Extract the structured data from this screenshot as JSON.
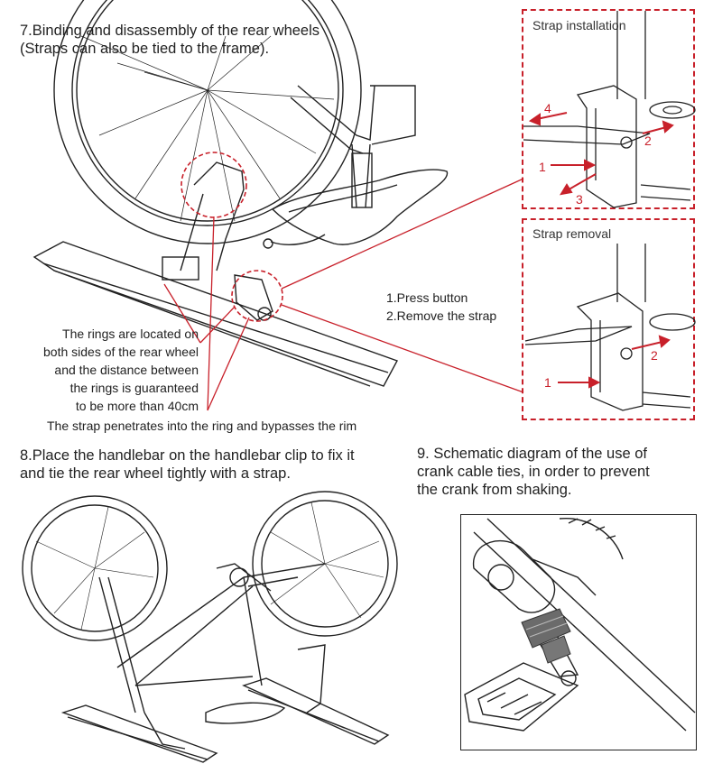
{
  "section7": {
    "title_line1": "7.Binding and disassembly of the rear wheels",
    "title_line2": "(Straps can also be tied to the frame).",
    "rings_note": [
      "The rings are located on",
      "both sides of the rear wheel",
      "and the distance between",
      "the rings is guaranteed",
      "to be more than 40cm"
    ],
    "strap_note": "The strap penetrates into the ring and bypasses the rim",
    "steps": [
      "1.Press button",
      "2.Remove the strap"
    ]
  },
  "inset_install": {
    "title": "Strap installation",
    "markers": [
      "1",
      "2",
      "3",
      "4"
    ]
  },
  "inset_removal": {
    "title": "Strap removal",
    "markers": [
      "1",
      "2"
    ]
  },
  "section8": {
    "title_line1": "8.Place the handlebar on the handlebar clip to fix it",
    "title_line2": "and tie the rear wheel tightly with a strap."
  },
  "section9": {
    "title_line1": "9. Schematic diagram of the use of",
    "title_line2": "crank cable ties, in order to prevent",
    "title_line3": "the crank from shaking."
  },
  "colors": {
    "accent": "#c8202a",
    "line": "#222222"
  }
}
